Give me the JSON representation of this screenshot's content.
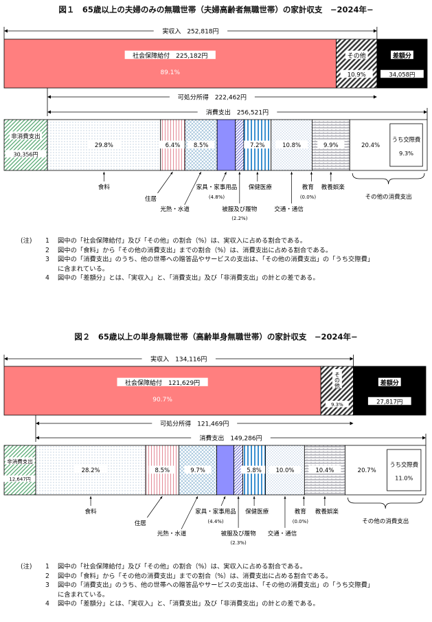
{
  "chart_data": [
    {
      "type": "bar",
      "title": "図１　65歳以上の夫婦のみの無職世帯（夫婦高齢者無職世帯）の家計収支　−2024年−",
      "income_total": {
        "label": "実収入",
        "value": "252,818円"
      },
      "income_segments": [
        {
          "name": "社会保障給付",
          "value": "225,182円",
          "pct": "89.1%",
          "num": 225182,
          "color": "#ff7f7f"
        },
        {
          "name": "その他",
          "pct": "10.9%",
          "num": 27636,
          "color": "hatch"
        }
      ],
      "surplus": {
        "label": "差額分",
        "value": "34,058円",
        "num": 34058,
        "color": "#000000"
      },
      "disposable": {
        "label": "可処分所得",
        "value": "222,462円"
      },
      "consumption_total": {
        "label": "消費支出",
        "value": "256,521円"
      },
      "non_consumption": {
        "label": "非消費支出",
        "value": "30,356円"
      },
      "consumption_segments": [
        {
          "name": "食料",
          "pct": "29.8%",
          "v": 29.8,
          "show": "29.8%"
        },
        {
          "name": "住居",
          "pct": "6.4%",
          "v": 6.4,
          "show": "6.4%"
        },
        {
          "name": "光熱・水道",
          "pct": "8.5%",
          "v": 8.5,
          "show": "8.5%"
        },
        {
          "name": "家具・家事用品",
          "pct": "4.8%",
          "v": 4.8,
          "show": ""
        },
        {
          "name": "被服及び履物",
          "pct": "2.2%",
          "v": 2.2,
          "show": ""
        },
        {
          "name": "保健医療",
          "pct": "7.2%",
          "v": 7.2,
          "show": "7.2%"
        },
        {
          "name": "交通・通信",
          "pct": "10.8%",
          "v": 10.8,
          "show": "10.8%"
        },
        {
          "name": "教育",
          "pct": "0.0%",
          "v": 0.0,
          "show": ""
        },
        {
          "name": "教養娯楽",
          "pct": "9.9%",
          "v": 9.9,
          "show": "9.9%"
        },
        {
          "name": "その他の消費支出",
          "pct": "20.4%",
          "v": 20.4,
          "show": "20.4%"
        }
      ],
      "kosai": {
        "label": "うち交際費",
        "pct": "9.3%"
      },
      "bottom_labels": {
        "food": "食料",
        "housing": "住居",
        "utilities": "光熱・水道",
        "furniture": "家具・家事用品",
        "furniture_pct": "(4.8%)",
        "clothing": "被服及び履物",
        "clothing_pct": "(2.2%)",
        "medical": "保健医療",
        "transport": "交通・通信",
        "education": "教育",
        "education_pct": "(0.0%)",
        "culture": "教養娯楽",
        "other": "その他の消費支出"
      },
      "notes_key": "(注)",
      "notes": [
        "図中の「社会保障給付」及び「その他」の割合（%）は、実収入に占める割合である。",
        "図中の「食料」から「その他の消費支出」までの割合（%）は、消費支出に占める割合である。",
        "図中の「消費支出」のうち、他の世帯への贈答品やサービスの支出は、「その他の消費支出」の「うち交際費」",
        "図中の「差額分」とは、「実収入」と、「消費支出」及び「非消費支出」の計との差である。"
      ],
      "note3_cont": "に含まれている。"
    },
    {
      "type": "bar",
      "title": "図２　65歳以上の単身無職世帯（高齢単身無職世帯）の家計収支　−2024年−",
      "income_total": {
        "label": "実収入",
        "value": "134,116円"
      },
      "income_segments": [
        {
          "name": "社会保障給付",
          "value": "121,629円",
          "pct": "90.7%",
          "num": 121629,
          "color": "#ff7f7f"
        },
        {
          "name": "その他",
          "pct": "9.3%",
          "num": 12487,
          "color": "hatch"
        }
      ],
      "surplus": {
        "label": "差額分",
        "value": "27,817円",
        "num": 27817,
        "color": "#000000"
      },
      "disposable": {
        "label": "可処分所得",
        "value": "121,469円"
      },
      "consumption_total": {
        "label": "消費支出",
        "value": "149,286円"
      },
      "non_consumption": {
        "label": "非消費支出",
        "value": "12,647円"
      },
      "consumption_segments": [
        {
          "name": "食料",
          "pct": "28.2%",
          "v": 28.2,
          "show": "28.2%"
        },
        {
          "name": "住居",
          "pct": "8.5%",
          "v": 8.5,
          "show": "8.5%"
        },
        {
          "name": "光熱・水道",
          "pct": "9.7%",
          "v": 9.7,
          "show": "9.7%"
        },
        {
          "name": "家具・家事用品",
          "pct": "4.4%",
          "v": 4.4,
          "show": ""
        },
        {
          "name": "被服及び履物",
          "pct": "2.3%",
          "v": 2.3,
          "show": ""
        },
        {
          "name": "保健医療",
          "pct": "5.8%",
          "v": 5.8,
          "show": "5.8%"
        },
        {
          "name": "交通・通信",
          "pct": "10.0%",
          "v": 10.0,
          "show": "10.0%"
        },
        {
          "name": "教育",
          "pct": "0.0%",
          "v": 0.0,
          "show": ""
        },
        {
          "name": "教養娯楽",
          "pct": "10.4%",
          "v": 10.4,
          "show": "10.4%"
        },
        {
          "name": "その他の消費支出",
          "pct": "20.7%",
          "v": 20.7,
          "show": "20.7%"
        }
      ],
      "kosai": {
        "label": "うち交際費",
        "pct": "11.0%"
      },
      "bottom_labels": {
        "food": "食料",
        "housing": "住居",
        "utilities": "光熱・水道",
        "furniture": "家具・家事用品",
        "furniture_pct": "(4.4%)",
        "clothing": "被服及び履物",
        "clothing_pct": "(2.3%)",
        "medical": "保健医療",
        "transport": "交通・通信",
        "education": "教育",
        "education_pct": "(0.0%)",
        "culture": "教養娯楽",
        "other": "その他の消費支出"
      },
      "notes_key": "(注)",
      "notes": [
        "図中の「社会保障給付」及び「その他」の割合（%）は、実収入に占める割合である。",
        "図中の「食料」から「その他の消費支出」までの割合（%）は、消費支出に占める割合である。",
        "図中の「消費支出」のうち、他の世帯への贈答品やサービスの支出は、「その他の消費支出」の「うち交際費」",
        "図中の「差額分」とは、「実収入」と、「消費支出」及び「非消費支出」の計との差である。"
      ],
      "note3_cont": "に含まれている。"
    }
  ]
}
